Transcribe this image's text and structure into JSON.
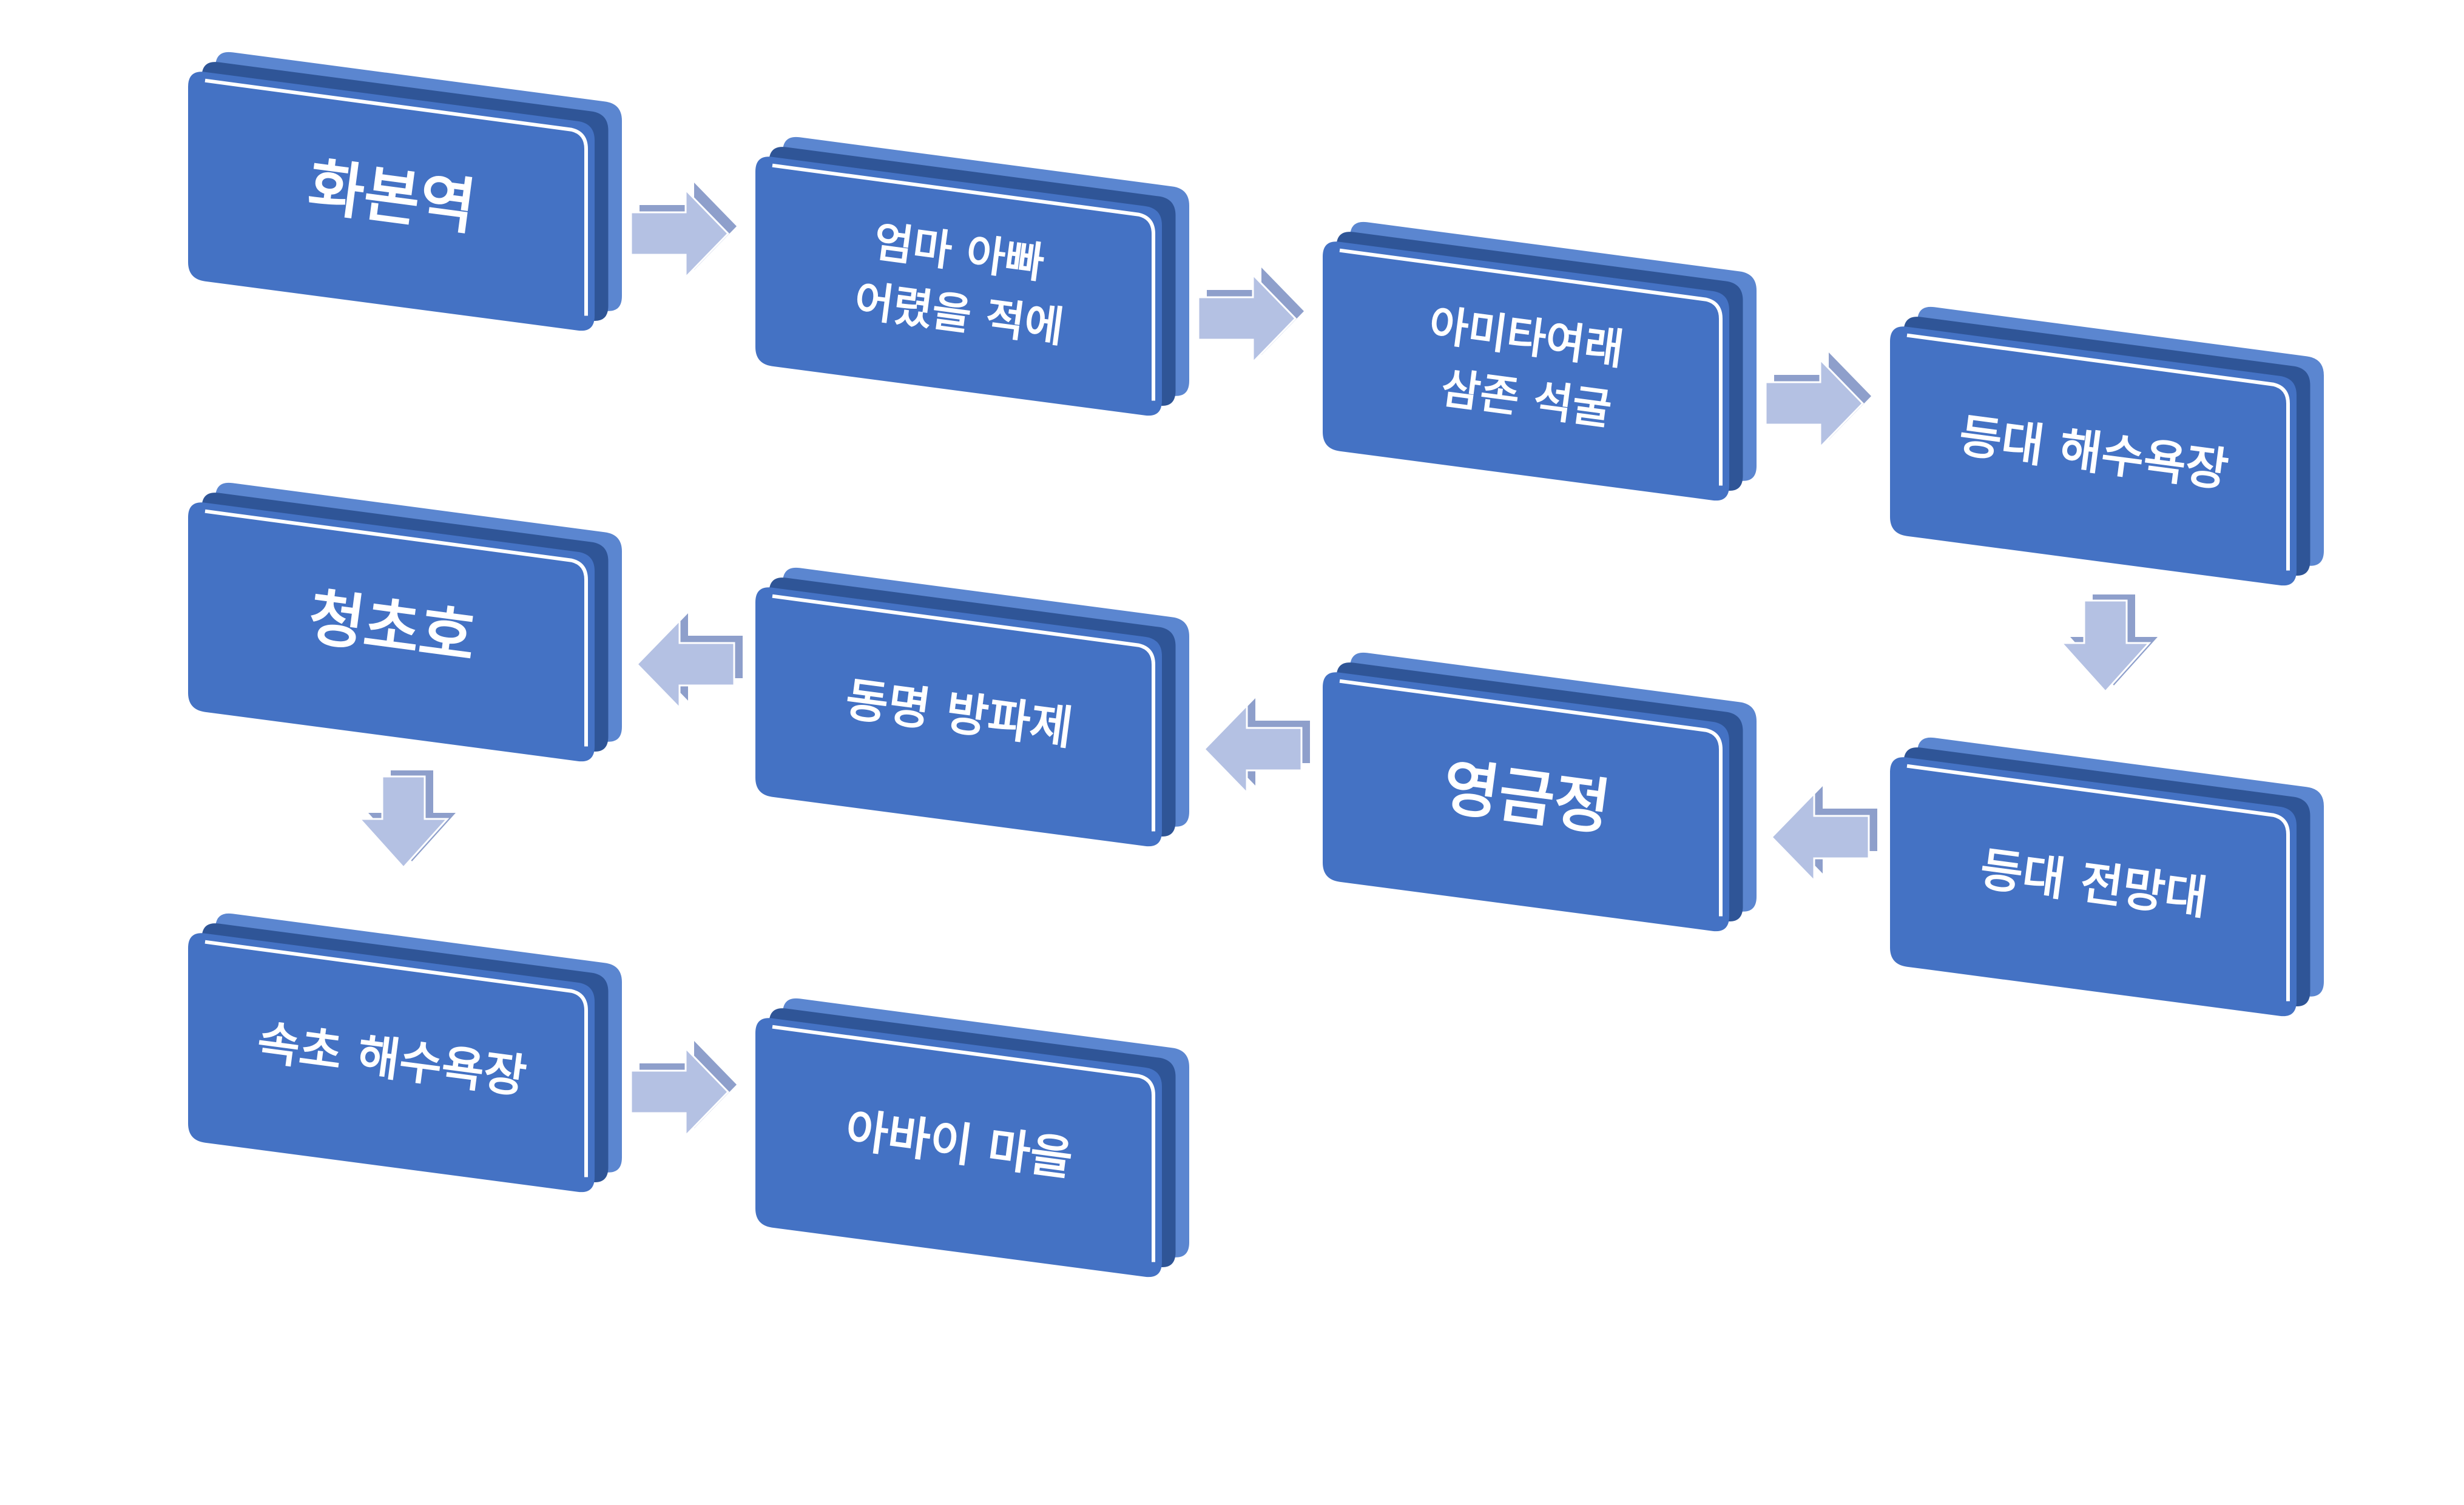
{
  "flow": {
    "steps": [
      {
        "id": "s1",
        "lines": [
          "화본역"
        ]
      },
      {
        "id": "s2",
        "lines": [
          "엄마 아빠",
          "어렸을 적에"
        ]
      },
      {
        "id": "s3",
        "lines": [
          "아미타여래",
          "삼존 석굴"
        ]
      },
      {
        "id": "s4",
        "lines": [
          "등대 해수욕장"
        ]
      },
      {
        "id": "s5",
        "lines": [
          "등대 전망대"
        ]
      },
      {
        "id": "s6",
        "lines": [
          "영금정"
        ]
      },
      {
        "id": "s7",
        "lines": [
          "동명 방파제"
        ]
      },
      {
        "id": "s8",
        "lines": [
          "청초호"
        ]
      },
      {
        "id": "s9",
        "lines": [
          "속초 해수욕장"
        ]
      },
      {
        "id": "s10",
        "lines": [
          "아바이 마을"
        ]
      }
    ],
    "colors": {
      "box_fill": "#4472C4",
      "box_side": "#2F5597",
      "box_top": "#5B86D0",
      "box_outline": "#FFFFFF",
      "arrow_fill": "#B4C1E3",
      "arrow_side": "#8E9FCB"
    }
  }
}
